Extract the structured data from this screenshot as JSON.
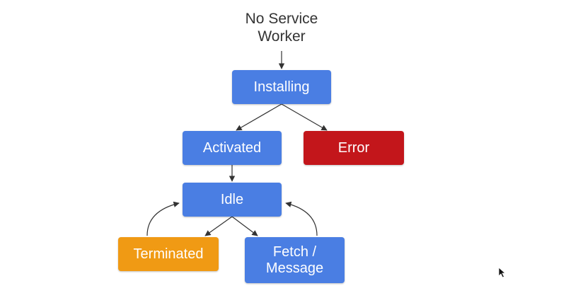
{
  "diagram": {
    "start": {
      "label": "No Service\nWorker"
    },
    "nodes": {
      "installing": {
        "label": "Installing",
        "color": "#4a7ee3"
      },
      "activated": {
        "label": "Activated",
        "color": "#4a7ee3"
      },
      "error": {
        "label": "Error",
        "color": "#c3161b"
      },
      "idle": {
        "label": "Idle",
        "color": "#4a7ee3"
      },
      "terminated": {
        "label": "Terminated",
        "color": "#f09a14"
      },
      "fetch": {
        "label": "Fetch /\nMessage",
        "color": "#4a7ee3"
      }
    },
    "edges": [
      {
        "from": "start",
        "to": "installing"
      },
      {
        "from": "installing",
        "to": "activated"
      },
      {
        "from": "installing",
        "to": "error"
      },
      {
        "from": "activated",
        "to": "idle"
      },
      {
        "from": "idle",
        "to": "terminated"
      },
      {
        "from": "idle",
        "to": "fetch"
      },
      {
        "from": "terminated",
        "to": "idle"
      },
      {
        "from": "fetch",
        "to": "idle"
      }
    ],
    "edge_color": "#333333"
  }
}
